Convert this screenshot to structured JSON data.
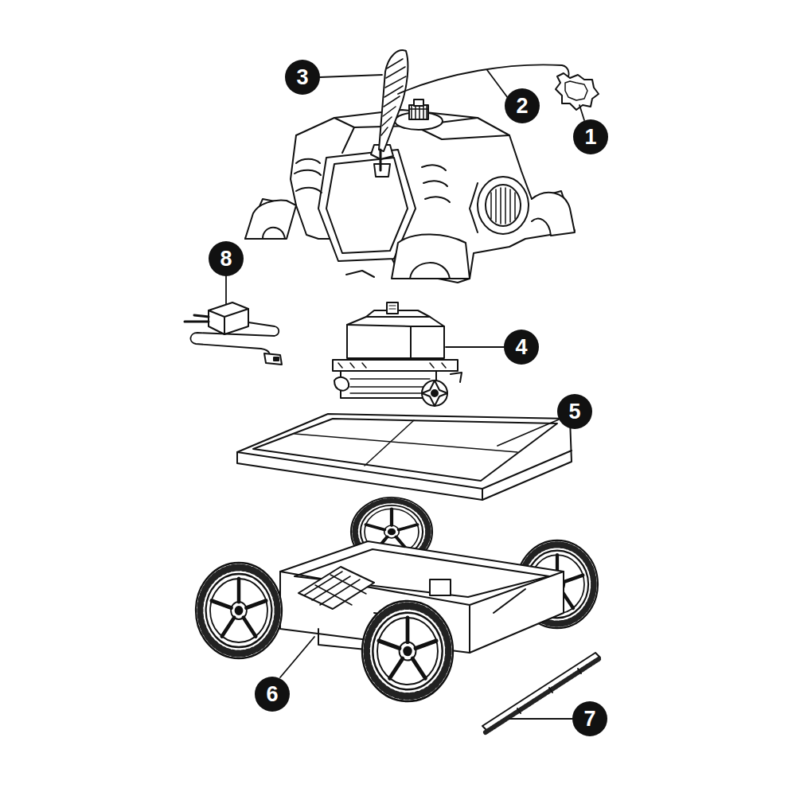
{
  "diagram": {
    "labels": [
      "3",
      "2",
      "1",
      "8",
      "4",
      "5",
      "6",
      "7"
    ]
  }
}
